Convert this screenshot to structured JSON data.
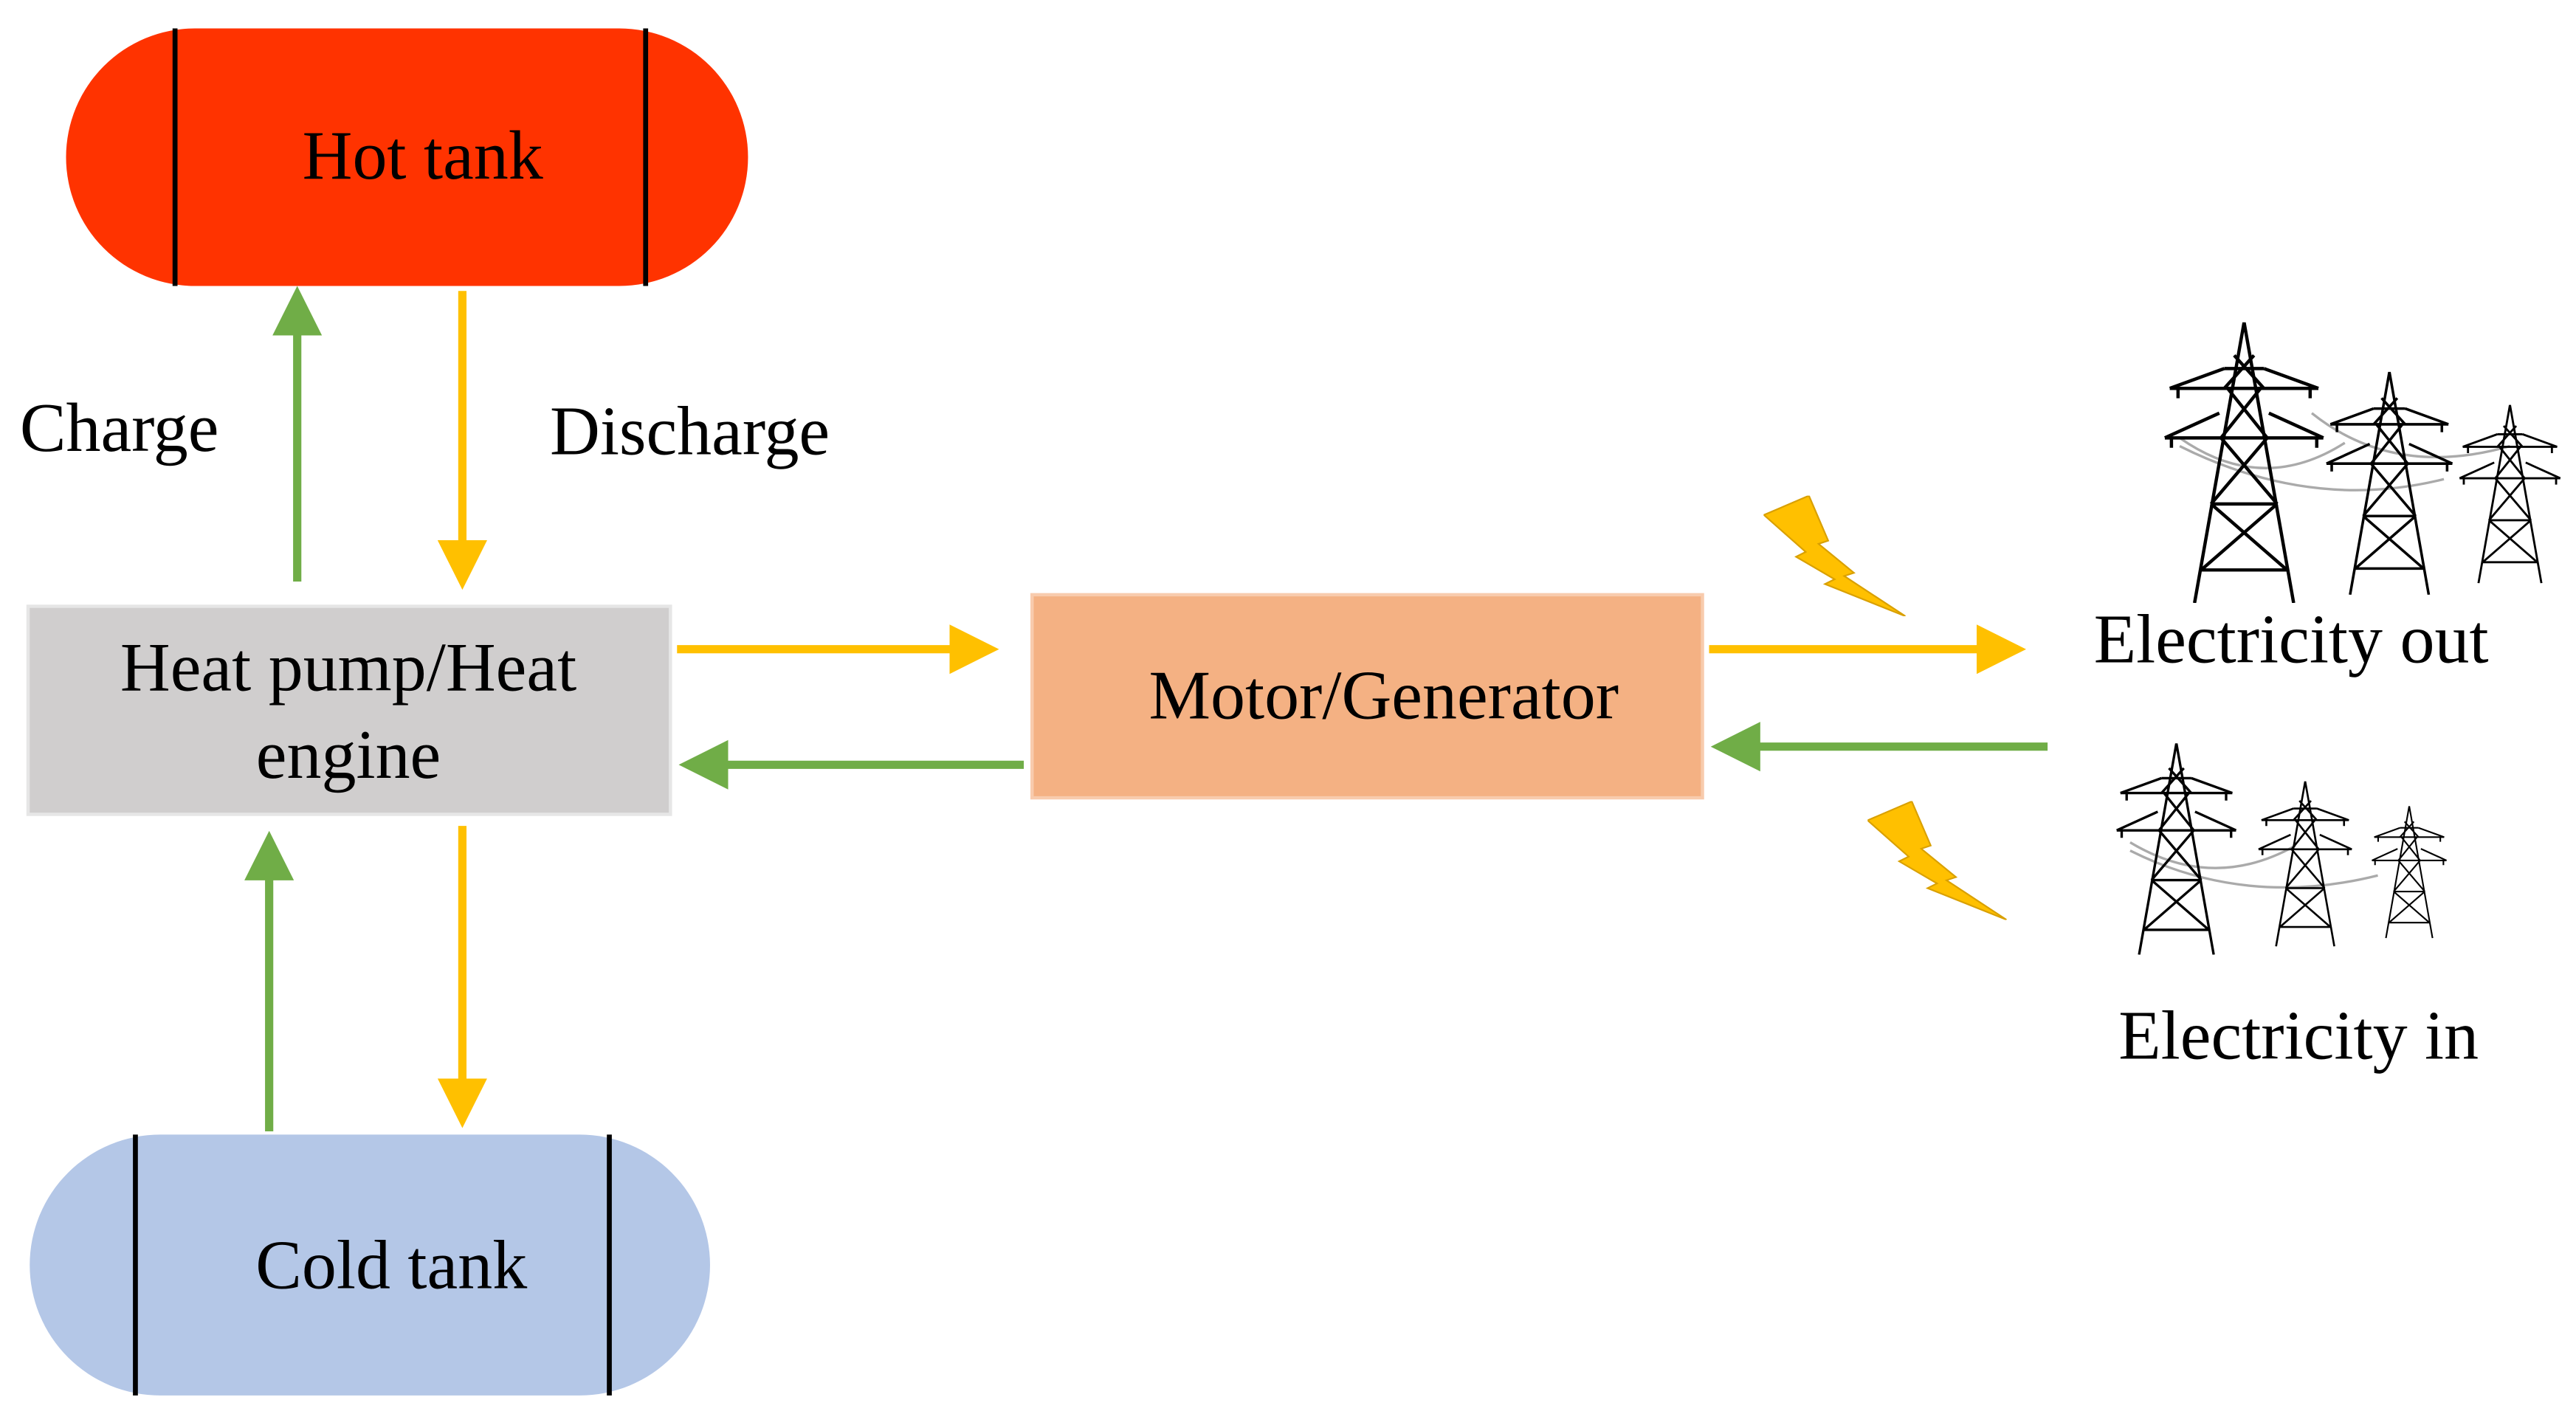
{
  "nodes": {
    "hot_tank": {
      "label": "Hot tank",
      "color": "#ff3300"
    },
    "cold_tank": {
      "label": "Cold tank",
      "color": "#b4c7e7"
    },
    "heat_pump": {
      "line1": "Heat pump/Heat",
      "line2": "engine",
      "color": "#d0cece"
    },
    "motor_generator": {
      "label": "Motor/Generator",
      "color": "#f4b183"
    }
  },
  "labels": {
    "charge": "Charge",
    "discharge": "Discharge",
    "electricity_out": "Electricity out",
    "electricity_in": "Electricity in"
  },
  "colors": {
    "charge_arrow": "#70ad47",
    "discharge_arrow": "#ffc000",
    "lightning": "#ffc000"
  },
  "icons": [
    "lightning-bolt-icon",
    "transmission-tower-icon"
  ]
}
